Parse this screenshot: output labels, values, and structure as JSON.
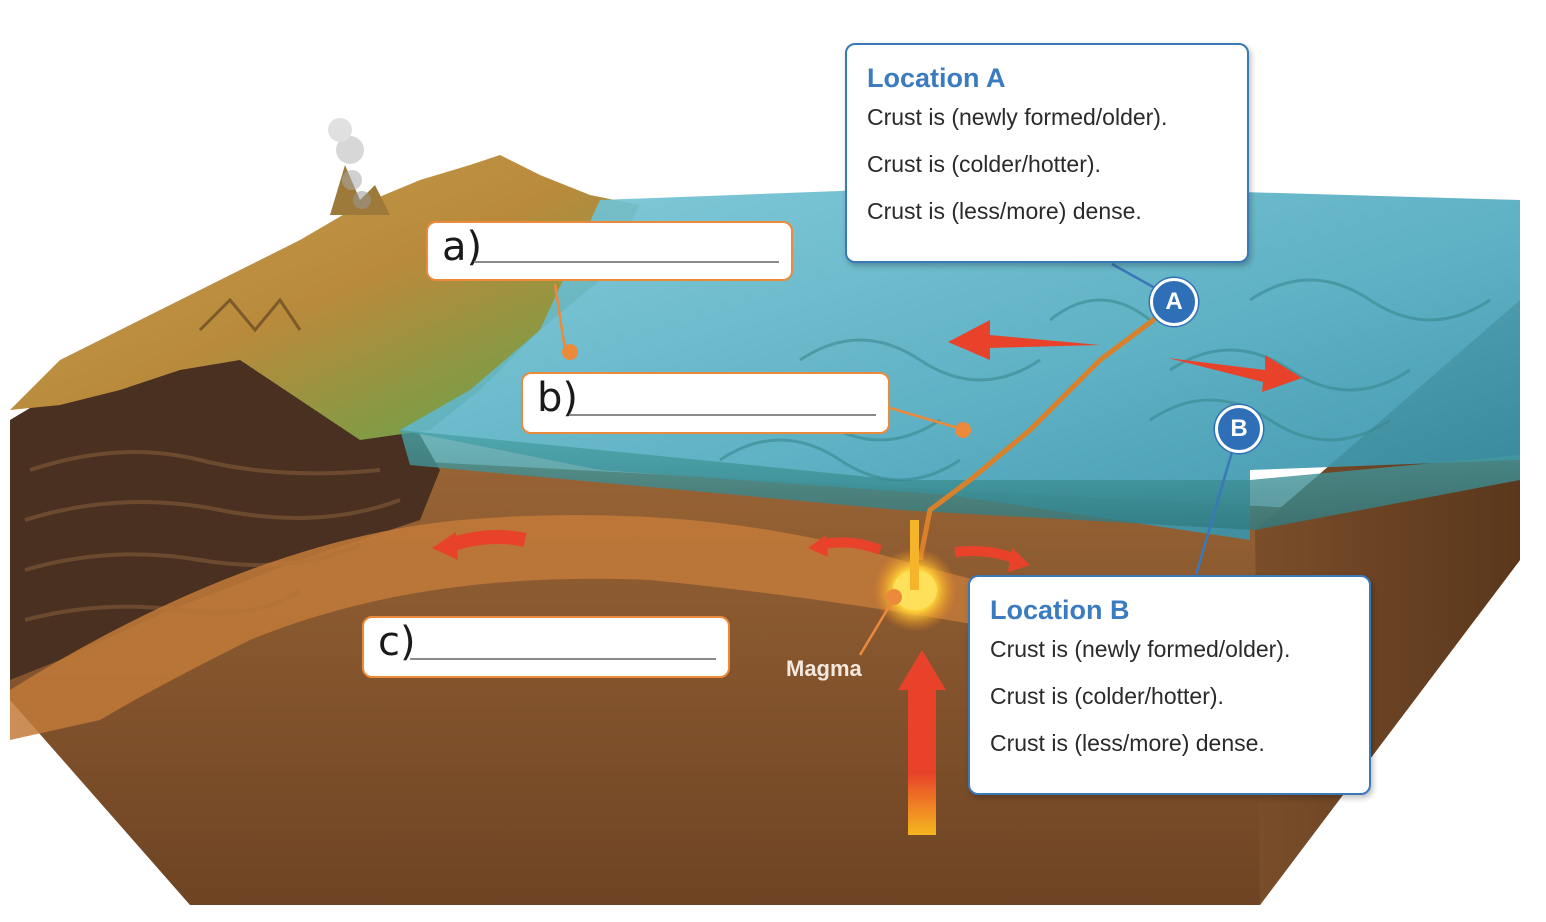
{
  "blanks": [
    {
      "label": "a)"
    },
    {
      "label": "b)"
    },
    {
      "label": "c)"
    }
  ],
  "location_a": {
    "title": "Location A",
    "lines": [
      "Crust is (newly formed/older).",
      "Crust is (colder/hotter).",
      "Crust is (less/more) dense."
    ],
    "marker": "A"
  },
  "location_b": {
    "title": "Location B",
    "lines": [
      "Crust is (newly formed/older).",
      "Crust is (colder/hotter).",
      "Crust is (less/more) dense."
    ],
    "marker": "B"
  },
  "magma_label": "Magma",
  "colors": {
    "accent_orange": "#ec8a3c",
    "accent_blue": "#3b7bbf",
    "arrow_red": "#e8432a",
    "ocean": "#5fb6c8",
    "crust": "#8a5a32"
  }
}
